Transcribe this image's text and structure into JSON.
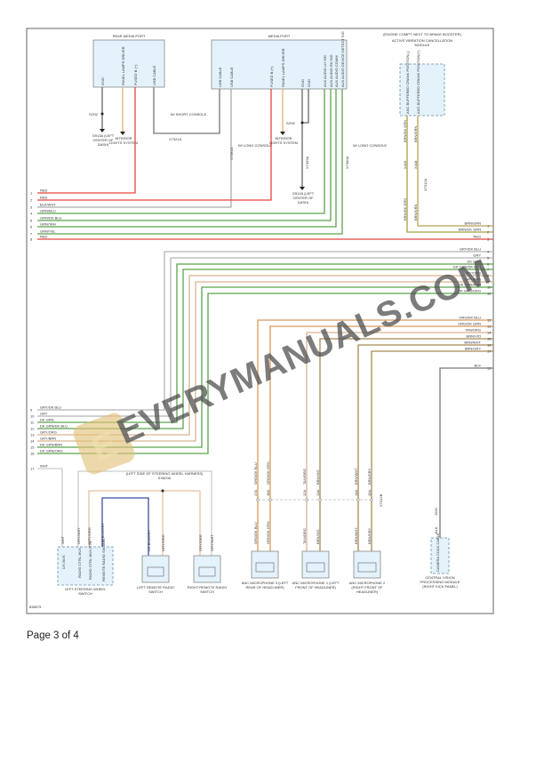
{
  "page_label": "Page 3 of 4",
  "diagram_id": "838079",
  "watermark": "EVERYMANUALS.COM",
  "colors": {
    "red": "#e8443e",
    "gry": "#b4b4b4",
    "grn": "#5aa34a",
    "tan": "#d9b48f",
    "org": "#d89a5a",
    "brn": "#a88a50",
    "blk": "#666666",
    "blu": "#3b4fa0",
    "lgrn": "#b9cf6a"
  },
  "components": {
    "rear_media_port": {
      "title": "REAR MEDIA PORT",
      "pins": [
        "GND",
        "PANEL LAMPS DRIVER",
        "FUSED B (+)",
        "USB CABLE"
      ],
      "connector_ids": [
        "C1",
        "C2"
      ]
    },
    "media_port": {
      "title": "MEDIA PORT",
      "pins": [
        "USB CABLE",
        "USB CABLE",
        "FUSED B (+)",
        "PANEL LAMPS DRIVER",
        "GND",
        "GND",
        "AUX AUDIO LH SIG",
        "AUX AUDIO RH SIG",
        "AUX AUDIO COMM",
        "AUX AUDIO DEVICE DETECT SIG"
      ],
      "connector_ids": [
        "C3",
        "C2",
        "C1"
      ]
    },
    "avc_module": {
      "location": "(ENGINE COMPT, NEXT TO BRAKE BOOSTER)",
      "title": "ACTIVE VIBRATION CANCELLATION MODULE",
      "pins": [
        "ANC BUFFERED CRANK POSITION(-)",
        "ANC BUFFERED CRANK POSITION(+)"
      ],
      "pin_nums": [
        "12",
        "11"
      ],
      "wires": [
        "BRN/DK GRN",
        "BRN/GRN"
      ],
      "circuits": [
        "X419",
        "X418"
      ],
      "conn_pins": [
        "15",
        "14"
      ],
      "conn_id": "X7312A",
      "wires_below": [
        "BRN/DK GRN",
        "BRN/GRN"
      ]
    },
    "left_steering_switch": {
      "title": "LEFT STEERING WHEEL SWITCH",
      "pins": [
        "LIN BUS",
        "RADIO CTRL MUX",
        "RADIO CTRL MUX RTN",
        "REMOTE RADIO SW BIAS"
      ],
      "pin_nums": [
        "7",
        "2",
        "9",
        "1"
      ],
      "wires": [
        "WHT",
        "GRY/WHT",
        "GRY/ORG",
        "DK BLU/GRY"
      ]
    },
    "left_remote": {
      "title": "LEFT REMOTE RADIO SWITCH",
      "wires": [
        "DK BLU/GRY",
        "GRY/ORG"
      ]
    },
    "right_remote": {
      "title": "RIGHT REMOTE RADIO SWITCH",
      "wires": [
        "GRY/ORG",
        "GRY/WHT"
      ]
    },
    "harness_note": "(LEFT SIDE OF STEERING WHEEL HARNESS)",
    "splice_sx": "SX820A",
    "mic3": {
      "title": "ANC MICROPHONE 3 (LEFT REAR OF HEADLINER)",
      "wires": [
        "ORG/DK BLU",
        "ORG/DK GRN"
      ],
      "conn": [
        "17A",
        "18A"
      ]
    },
    "mic1": {
      "title": "ANC MICROPHONE 1 (LEFT FRONT OF HEADLINER)",
      "wires": [
        "TAN/ORG",
        "BRN/VIO"
      ],
      "conn": [
        "12A",
        "13A"
      ]
    },
    "mic2": {
      "title": "ANC MICROPHONE 2 (RIGHT FRONT OF HEADLINER)",
      "wires": [
        "BRN/WHT",
        "BRN/GRY"
      ],
      "conn": [
        "14A",
        "15A"
      ]
    },
    "mic_conn_id": "X7312B",
    "cvpm": {
      "title": "CENTRAL VISION PROCESSING MODULE (RIGHT KICK PANEL)",
      "pin": "CAMERA COAX CABLE",
      "wire": "BLK",
      "circuit": "J200"
    }
  },
  "notes": {
    "short_console": "W/ SHORT CONSOLE",
    "long_console": "W/ LONG CONSOLE",
    "long_console2": "W/ LONG CONSOLE",
    "interior_lights": "INTERIOR LIGHTS SYSTEM",
    "interior_lights2": "INTERIOR LIGHTS SYSTEM",
    "ground1": "G913A (LEFT CENTER OF DASH)",
    "ground2": "G912A (LEFT CENTER OF DASH)",
    "splice1": "S2H2",
    "splice2": "S2H2",
    "conn_short": "X7321A",
    "conn_long1": "X7361A",
    "conn_long2": "X7360A",
    "conn_gnd": "X7359A"
  },
  "left_bus_top": [
    {
      "num": "1",
      "label": "RED"
    },
    {
      "num": "2",
      "label": "RED"
    },
    {
      "num": "3",
      "label": "BLK/WHT"
    },
    {
      "num": "4",
      "label": "GRN/BLU"
    },
    {
      "num": "5",
      "label": "GRN/DK BLU"
    },
    {
      "num": "6",
      "label": "GRN/TAN"
    },
    {
      "num": "7",
      "label": "GRN/YEL"
    },
    {
      "num": "8",
      "label": "RED"
    }
  ],
  "right_bus_top": [
    {
      "num": "1",
      "label": "BRN/GRN"
    },
    {
      "num": "2",
      "label": "BRN/DK GRN"
    },
    {
      "num": "3",
      "label": "RED"
    }
  ],
  "right_bus_mid": [
    {
      "num": "4",
      "label": "GRY/DK BLU"
    },
    {
      "num": "5",
      "label": "GRY"
    },
    {
      "num": "6",
      "label": "DK GRN"
    },
    {
      "num": "7",
      "label": "DK GRN/DK BLU"
    },
    {
      "num": "8",
      "label": "GRY/ORG"
    },
    {
      "num": "9",
      "label": "GRY/BRN"
    },
    {
      "num": "10",
      "label": "DK GRN/BRN"
    },
    {
      "num": "11",
      "label": "DK GRN/ORG"
    }
  ],
  "right_bus_mic": [
    {
      "num": "12",
      "label": "ORG/DK BLU"
    },
    {
      "num": "13",
      "label": "ORG/DK GRN"
    },
    {
      "num": "14",
      "label": "TAN/ORG"
    },
    {
      "num": "15",
      "label": "BRN/VIO"
    },
    {
      "num": "16",
      "label": "BRN/WHT"
    },
    {
      "num": "17",
      "label": "BRN/GRY"
    },
    {
      "num": "18",
      "label": "BLK"
    }
  ],
  "left_bus_bottom": [
    {
      "num": "9",
      "label": "GRY/DK BLU"
    },
    {
      "num": "10",
      "label": "GRY"
    },
    {
      "num": "11",
      "label": "DK GRN"
    },
    {
      "num": "12",
      "label": "DK GRN/DK BLU"
    },
    {
      "num": "13",
      "label": "GRY/ORG"
    },
    {
      "num": "14",
      "label": "GRY/BRN"
    },
    {
      "num": "15",
      "label": "DK GRN/BRN"
    },
    {
      "num": "16",
      "label": "DK GRN/ORG"
    },
    {
      "num": "17",
      "label": "WHT"
    }
  ]
}
